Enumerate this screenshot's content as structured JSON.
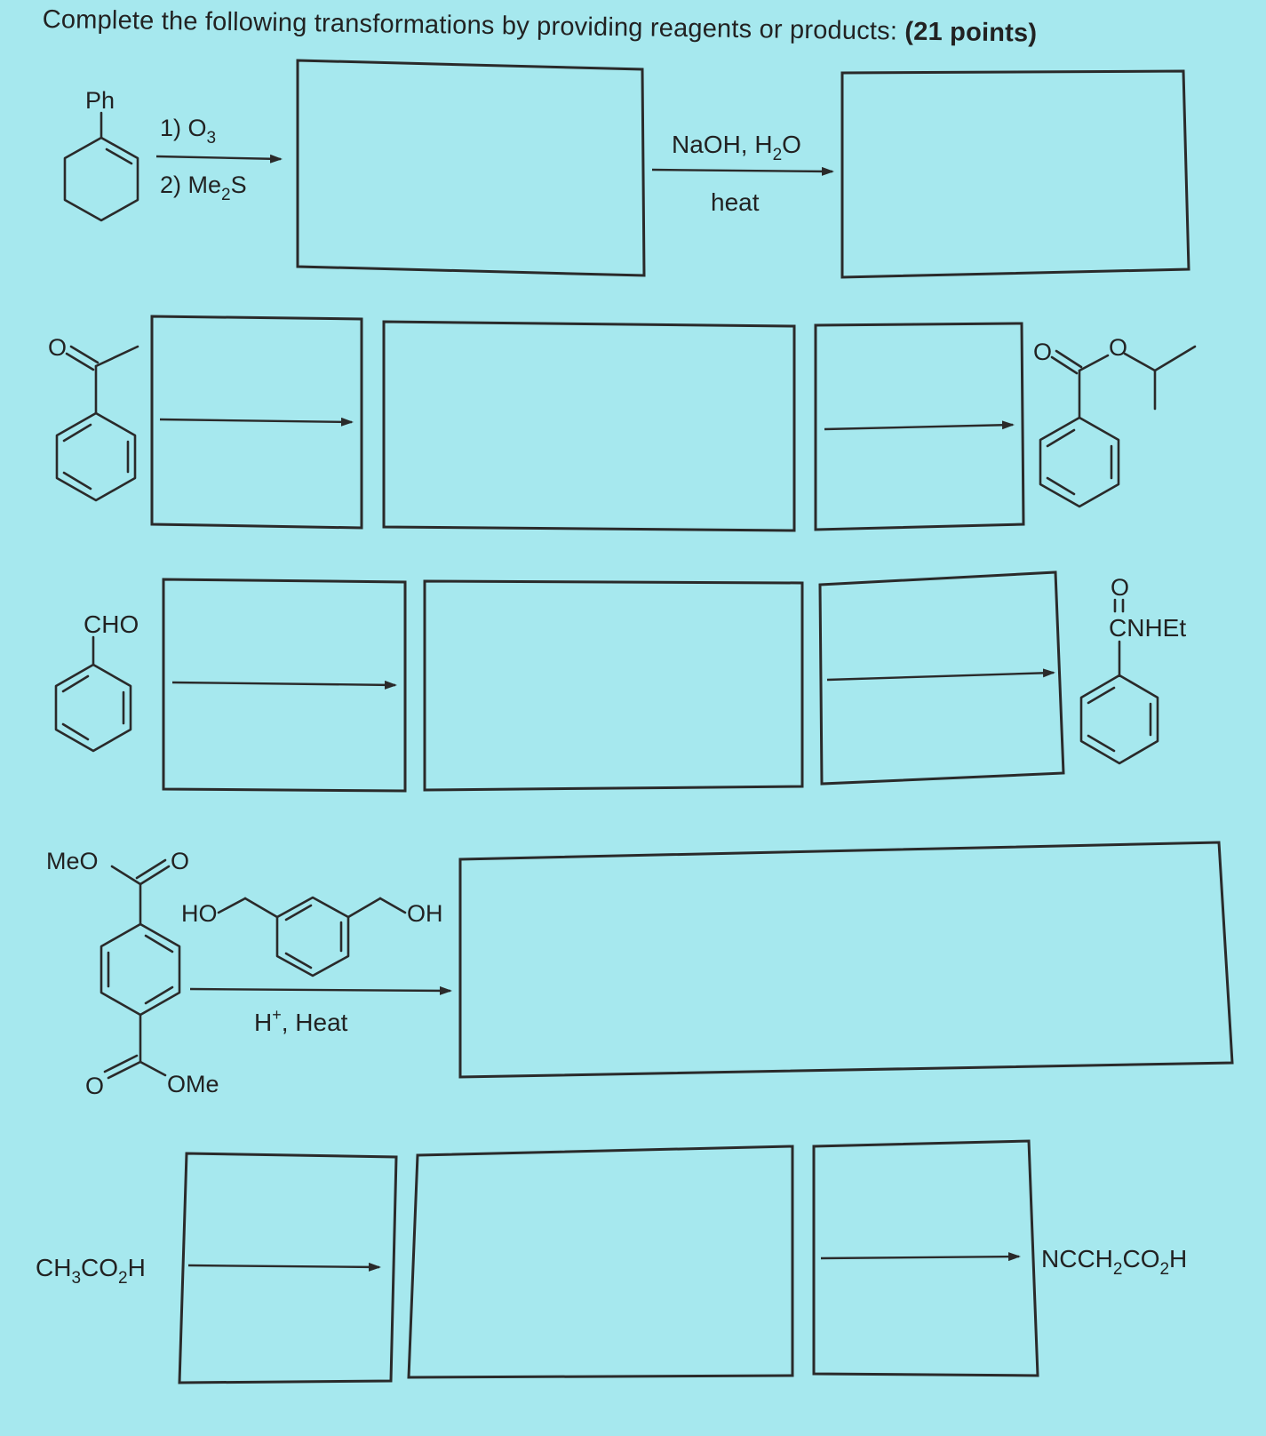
{
  "instructions": {
    "text": "Complete the following transformations by providing reagents or products:",
    "points": "(21 points)"
  },
  "row1": {
    "substituent": "Ph",
    "step1": "1) O",
    "step1_sub": "3",
    "step2": "2) Me",
    "step2_sub": "2",
    "step2_tail": "S",
    "reagent_a": "NaOH, H",
    "reagent_a_sub": "2",
    "reagent_a_tail": "O",
    "reagent_b": "heat"
  },
  "row2": {
    "start_O": "O",
    "product_O1": "O",
    "product_O2": "O"
  },
  "row3": {
    "start": "CHO",
    "product_O": "O",
    "product_label": "CNHEt"
  },
  "row4": {
    "meo": "MeO",
    "carbonyl_O_top": "O",
    "carbonyl_O_bottom": "O",
    "ome": "OMe",
    "ho": "HO",
    "oh": "OH",
    "conditions": "H",
    "conditions_sup": "+",
    "conditions_tail": ", Heat"
  },
  "row5": {
    "start": "CH",
    "start_sub1": "3",
    "start_mid": "CO",
    "start_sub2": "2",
    "start_tail": "H",
    "end": "NCCH",
    "end_sub1": "2",
    "end_mid": "CO",
    "end_sub2": "2",
    "end_tail": "H"
  },
  "colors": {
    "background": "#a6e8ee",
    "ink": "#222222"
  }
}
